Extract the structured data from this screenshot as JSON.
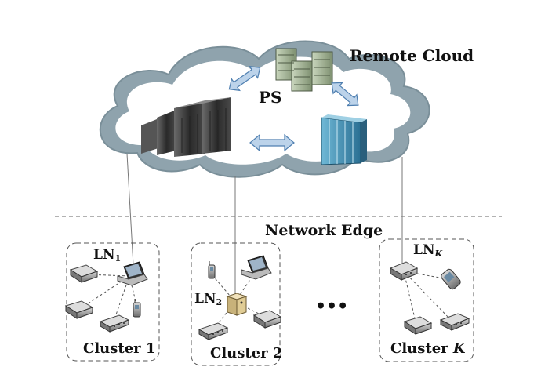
{
  "diagram": {
    "cloud_label": "Remote Cloud",
    "ps_label": "PS",
    "edge_label": "Network Edge",
    "ellipsis": "•••",
    "clusters": [
      {
        "leader_main": "LN",
        "leader_sub": "1",
        "label_main": "Cluster ",
        "label_sub": "1"
      },
      {
        "leader_main": "LN",
        "leader_sub": "2",
        "label_main": "Cluster ",
        "label_sub": "2"
      },
      {
        "leader_main": "LN",
        "leader_sub": "K",
        "label_main": "Cluster ",
        "label_sub": "K"
      }
    ]
  },
  "colors": {
    "cloud_fill": "#ffffff",
    "cloud_stroke": "#8fa3ad",
    "arrow_fill": "#bcd3ea",
    "arrow_stroke": "#4f7fb0",
    "server_green": "#a7b79a",
    "server_dark": "#3a3a3a",
    "rack_blue": "#3f8fb3"
  }
}
